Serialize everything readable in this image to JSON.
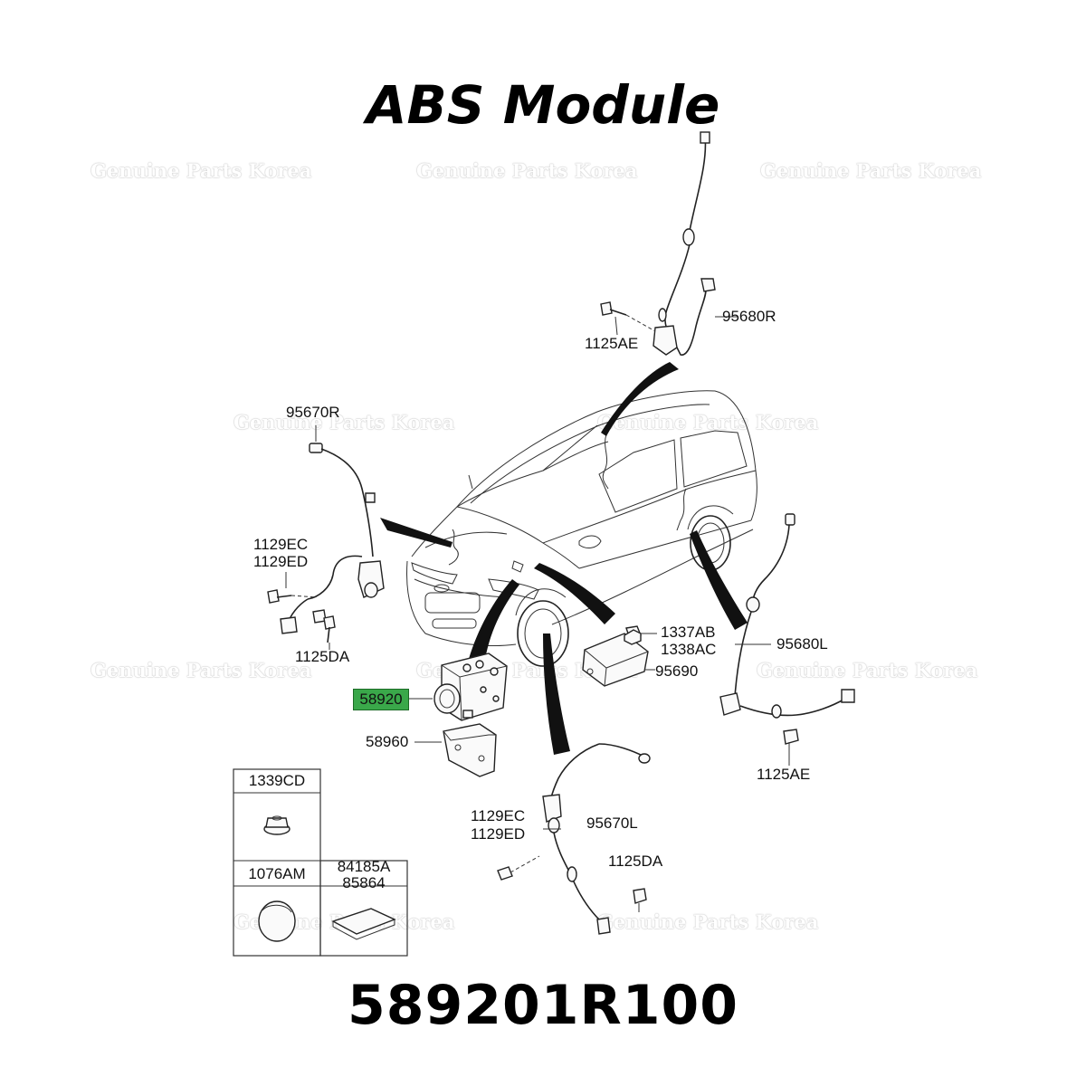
{
  "title": "ABS Module",
  "part_number": "589201R100",
  "watermark": "Genuine Parts Korea",
  "highlight_color": "#3aa84a",
  "callouts": {
    "c_95680R": "95680R",
    "c_1125AE_top": "1125AE",
    "c_95670R": "95670R",
    "c_1129EC_left": "1129EC",
    "c_1129ED_left": "1129ED",
    "c_1125DA_left": "1125DA",
    "c_58920": "58920",
    "c_58960": "58960",
    "c_1337AB": "1337AB",
    "c_1338AC": "1338AC",
    "c_95690": "95690",
    "c_95680L": "95680L",
    "c_1125AE_right": "1125AE",
    "c_1129EC_bottom": "1129EC",
    "c_1129ED_bottom": "1129ED",
    "c_95670L": "95670L",
    "c_1125DA_bottom": "1125DA"
  },
  "parts_table": {
    "cell_1": "1339CD",
    "cell_2": "1076AM",
    "cell_3_line1": "84185A",
    "cell_3_line2": "85864"
  }
}
